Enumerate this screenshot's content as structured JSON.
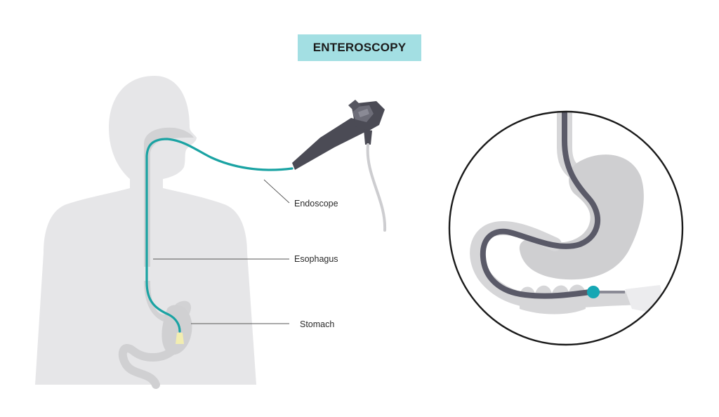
{
  "title": "ENTEROSCOPY",
  "labels": {
    "endoscope": "Endoscope",
    "esophagus": "Esophagus",
    "stomach": "Stomach"
  },
  "colors": {
    "silhouette": "#e6e6e8",
    "organ": "#cfcfd1",
    "scope_tube": "#1aa3a3",
    "scope_device": "#4b4b55",
    "cable": "#cdcdd0",
    "balloon": "#16a7b4",
    "title_bg": "#a3dfe3"
  },
  "icons": {
    "body": "human-silhouette-icon",
    "device": "endoscope-device-icon",
    "zoom": "stomach-closeup-icon"
  }
}
